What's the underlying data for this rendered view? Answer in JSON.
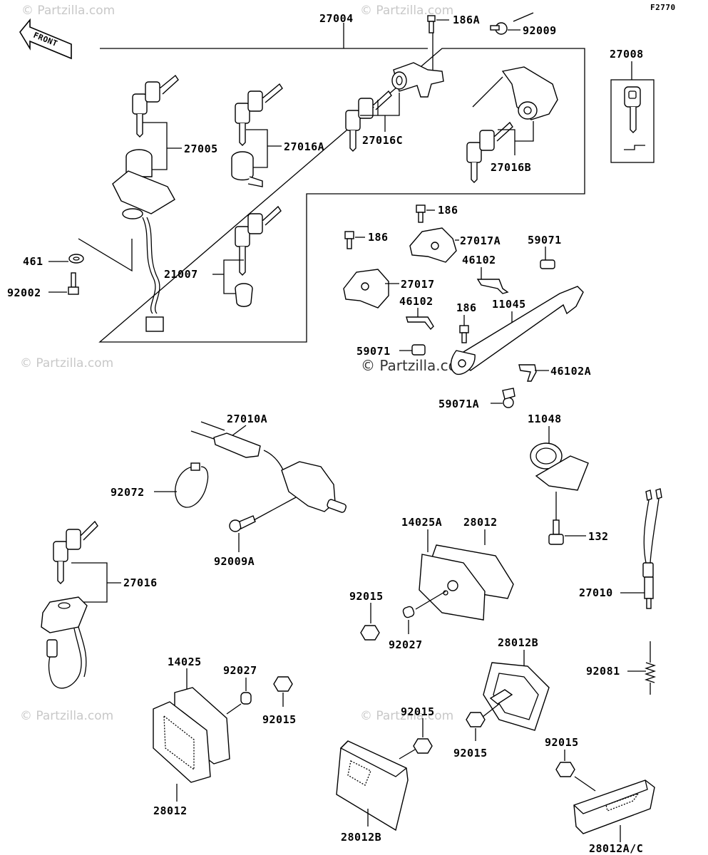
{
  "figure_id": "F2770",
  "front_label": "FRONT",
  "watermark": "© Partzilla.com",
  "watermark_center": "© Partzilla.com",
  "parts": {
    "p27004": "27004",
    "p186A": "186A",
    "p92009": "92009",
    "p27008": "27008",
    "p27005": "27005",
    "p27016A": "27016A",
    "p27016C": "27016C",
    "p27016B": "27016B",
    "p461": "461",
    "p92002": "92002",
    "p21007": "21007",
    "p186_1": "186",
    "p186_2": "186",
    "p186_3": "186",
    "p27017A": "27017A",
    "p59071": "59071",
    "p46102_1": "46102",
    "p27017": "27017",
    "p46102_2": "46102",
    "p11045": "11045",
    "p59071_2": "59071",
    "p46102A": "46102A",
    "p59071A": "59071A",
    "p27010A": "27010A",
    "p11048": "11048",
    "p92072": "92072",
    "p92009A": "92009A",
    "p14025A": "14025A",
    "p28012_1": "28012",
    "p132": "132",
    "p27016": "27016",
    "p92015_1": "92015",
    "p27010": "27010",
    "p92027_1": "92027",
    "p28012B_1": "28012B",
    "p14025": "14025",
    "p92027_2": "92027",
    "p92081": "92081",
    "p92015_2": "92015",
    "p92015_3": "92015",
    "p92015_4": "92015",
    "p92015_5": "92015",
    "p28012_2": "28012",
    "p28012B_2": "28012B",
    "p28012AC": "28012A/C"
  }
}
